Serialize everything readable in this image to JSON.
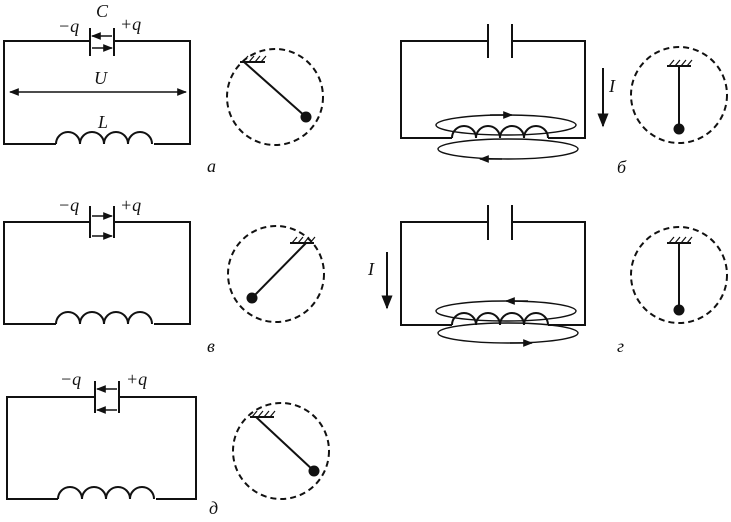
{
  "panels": {
    "a": {
      "caption": "а",
      "charge_left": "−q",
      "charge_right": "+q",
      "capacitor_label": "C",
      "voltage_label": "U",
      "inductor_label": "L"
    },
    "b": {
      "caption": "б",
      "current_label": "I"
    },
    "v": {
      "caption": "в",
      "charge_left": "−q",
      "charge_right": "+q"
    },
    "g": {
      "caption": "г",
      "current_label": "I"
    },
    "d": {
      "caption": "д",
      "charge_left": "−q",
      "charge_right": "+q"
    }
  }
}
